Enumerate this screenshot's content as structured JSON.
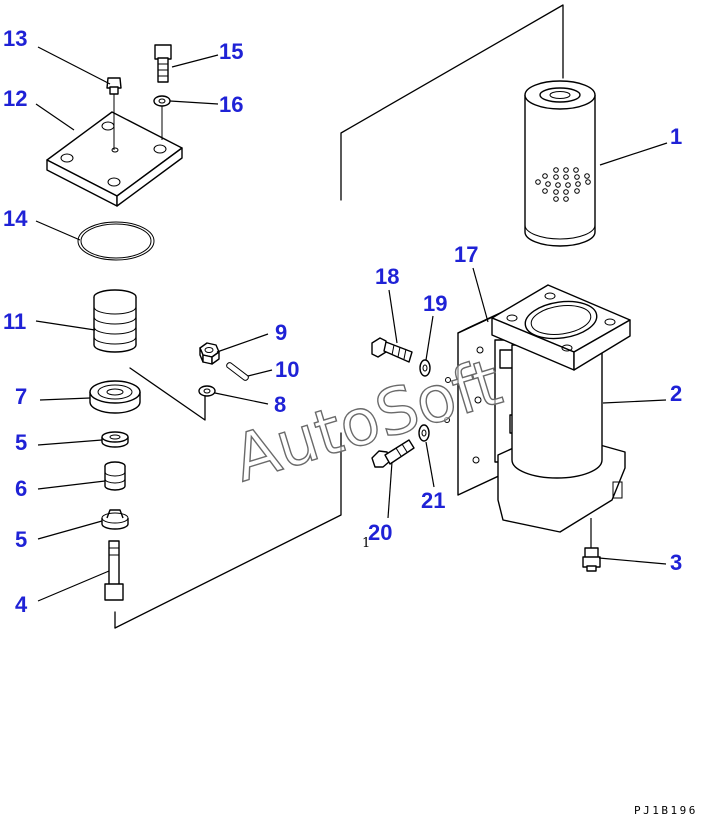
{
  "diagram": {
    "drawing_code": "PJ1B196",
    "watermark": "AutoSoft",
    "stray_mark": "1",
    "label_color": "#1f22d6",
    "labels": {
      "p1": "1",
      "p2": "2",
      "p3": "3",
      "p4": "4",
      "p5a": "5",
      "p5b": "5",
      "p6": "6",
      "p7": "7",
      "p8": "8",
      "p9": "9",
      "p10": "10",
      "p11": "11",
      "p12": "12",
      "p13": "13",
      "p14": "14",
      "p15": "15",
      "p16": "16",
      "p17": "17",
      "p18": "18",
      "p19": "19",
      "p20": "20",
      "p21": "21"
    }
  }
}
